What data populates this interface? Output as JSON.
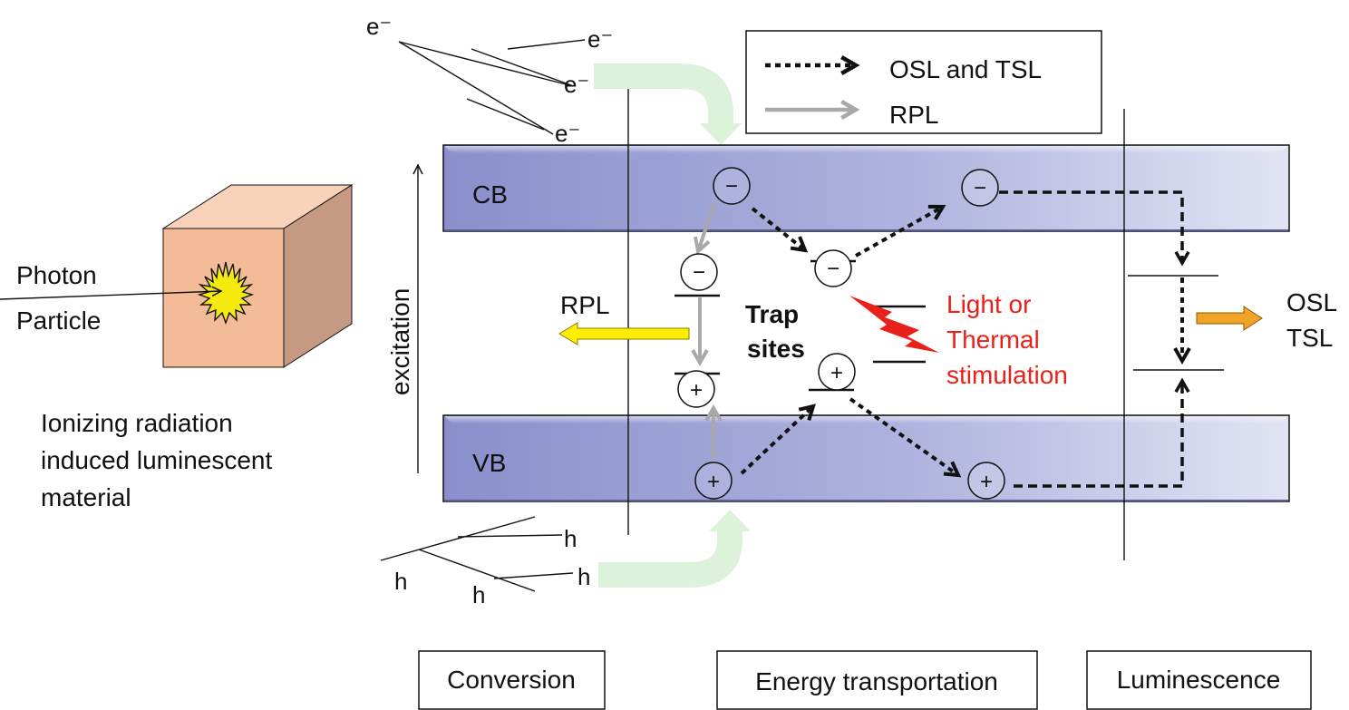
{
  "cube": {
    "photon_label": "Photon",
    "particle_label": "Particle",
    "caption_lines": [
      "Ionizing radiation",
      "induced luminescent",
      "material"
    ]
  },
  "axis": {
    "label": "excitation"
  },
  "bands": {
    "cb_label": "CB",
    "vb_label": "VB"
  },
  "electrons": {
    "symbol": "e⁻"
  },
  "holes": {
    "symbol": "h"
  },
  "legend": {
    "osl_tsl": "OSL and TSL",
    "rpl": "RPL"
  },
  "traps": {
    "line1": "Trap",
    "line2": "sites"
  },
  "stimulation": {
    "lines": [
      "Light or",
      "Thermal",
      "stimulation"
    ]
  },
  "outputs": {
    "rpl": "RPL",
    "osl": "OSL",
    "tsl": "TSL"
  },
  "charges": {
    "minus": "−",
    "plus": "+"
  },
  "stages": {
    "conversion": "Conversion",
    "energy": "Energy transportation",
    "luminescence": "Luminescence"
  },
  "colors": {
    "band_dark": "#8a8fcc",
    "band_light": "#dfe1f3",
    "cube_front": "#f4bb98",
    "cube_side": "#c69a82",
    "cube_top": "#f9d2bc",
    "rpl_arrow": "#ffee00",
    "osl_arrow": "#f0a326",
    "green_flow": "#d6f0d3",
    "rpl_path": "#a9a9a9",
    "stimulation_red": "#e8211a"
  }
}
